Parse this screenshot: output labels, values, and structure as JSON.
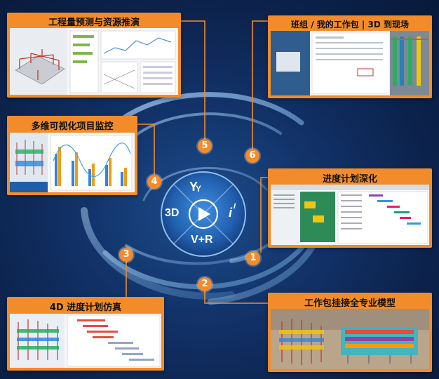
{
  "panels": [
    {
      "id": "p1",
      "title": "工程量预测与资源推演"
    },
    {
      "id": "p2",
      "title": "班组 / 我的工作包 | 3D 到现场"
    },
    {
      "id": "p3",
      "title": "多维可视化项目监控"
    },
    {
      "id": "p4",
      "title": "进度计划深化"
    },
    {
      "id": "p5",
      "title": "4D 进度计划仿真"
    },
    {
      "id": "p6",
      "title": "工作包挂接全专业模型"
    }
  ],
  "steps": [
    "1",
    "2",
    "3",
    "4",
    "5",
    "6"
  ],
  "hub": {
    "label_3d": "3D",
    "label_vr": "V+R",
    "label_ii": "i",
    "label_sup": "i"
  },
  "colors": {
    "accent": "#f28c2b",
    "background": "#0d2450",
    "hub": "#2a78c8"
  }
}
